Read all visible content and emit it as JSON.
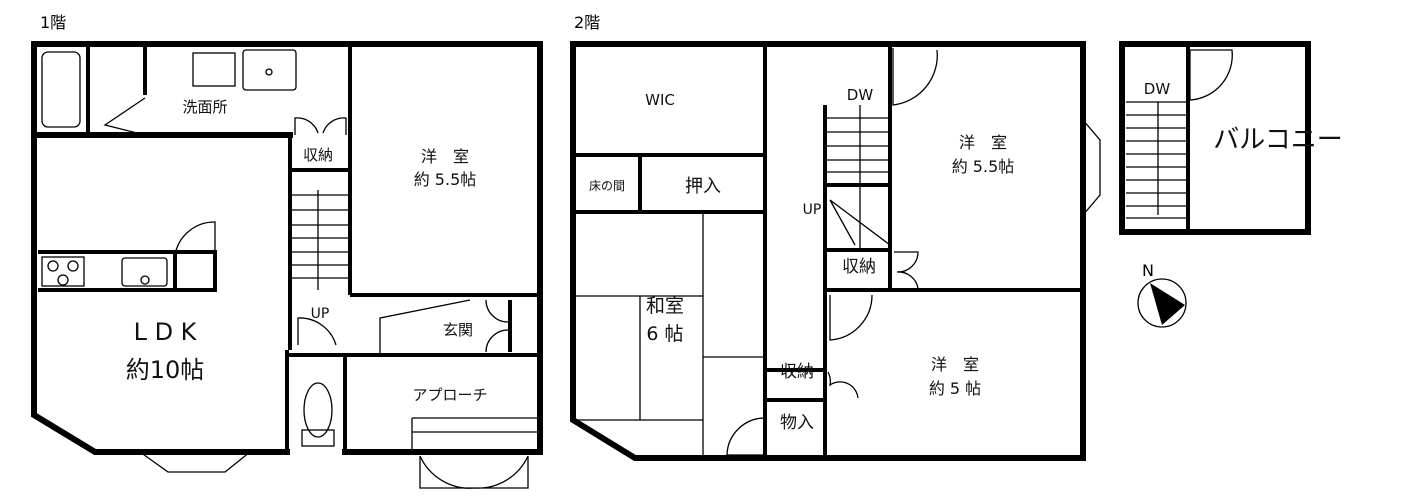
{
  "floor1": {
    "title": "1階",
    "rooms": {
      "washroom": "洗面所",
      "storage": "収納",
      "western_room": "洋　室",
      "western_room_size": "約 5.5帖",
      "stairs_up": "UP",
      "entrance": "玄関",
      "ldk": "L D K",
      "ldk_size": "約10帖",
      "approach": "アプローチ"
    }
  },
  "floor2": {
    "title": "2階",
    "rooms": {
      "wic": "WIC",
      "tokonoma": "床の間",
      "oshiire": "押入",
      "japanese_room": "和室",
      "japanese_room_size": "6 帖",
      "dw": "DW",
      "stairs_up": "UP",
      "western_room1": "洋　室",
      "western_room1_size": "約 5.5帖",
      "storage1": "収納",
      "storage2": "収納",
      "closet": "物入",
      "western_room2": "洋　室",
      "western_room2_size": "約 5 帖"
    }
  },
  "balcony": {
    "dw": "DW",
    "label": "バルコニー"
  },
  "compass": {
    "north": "N"
  }
}
